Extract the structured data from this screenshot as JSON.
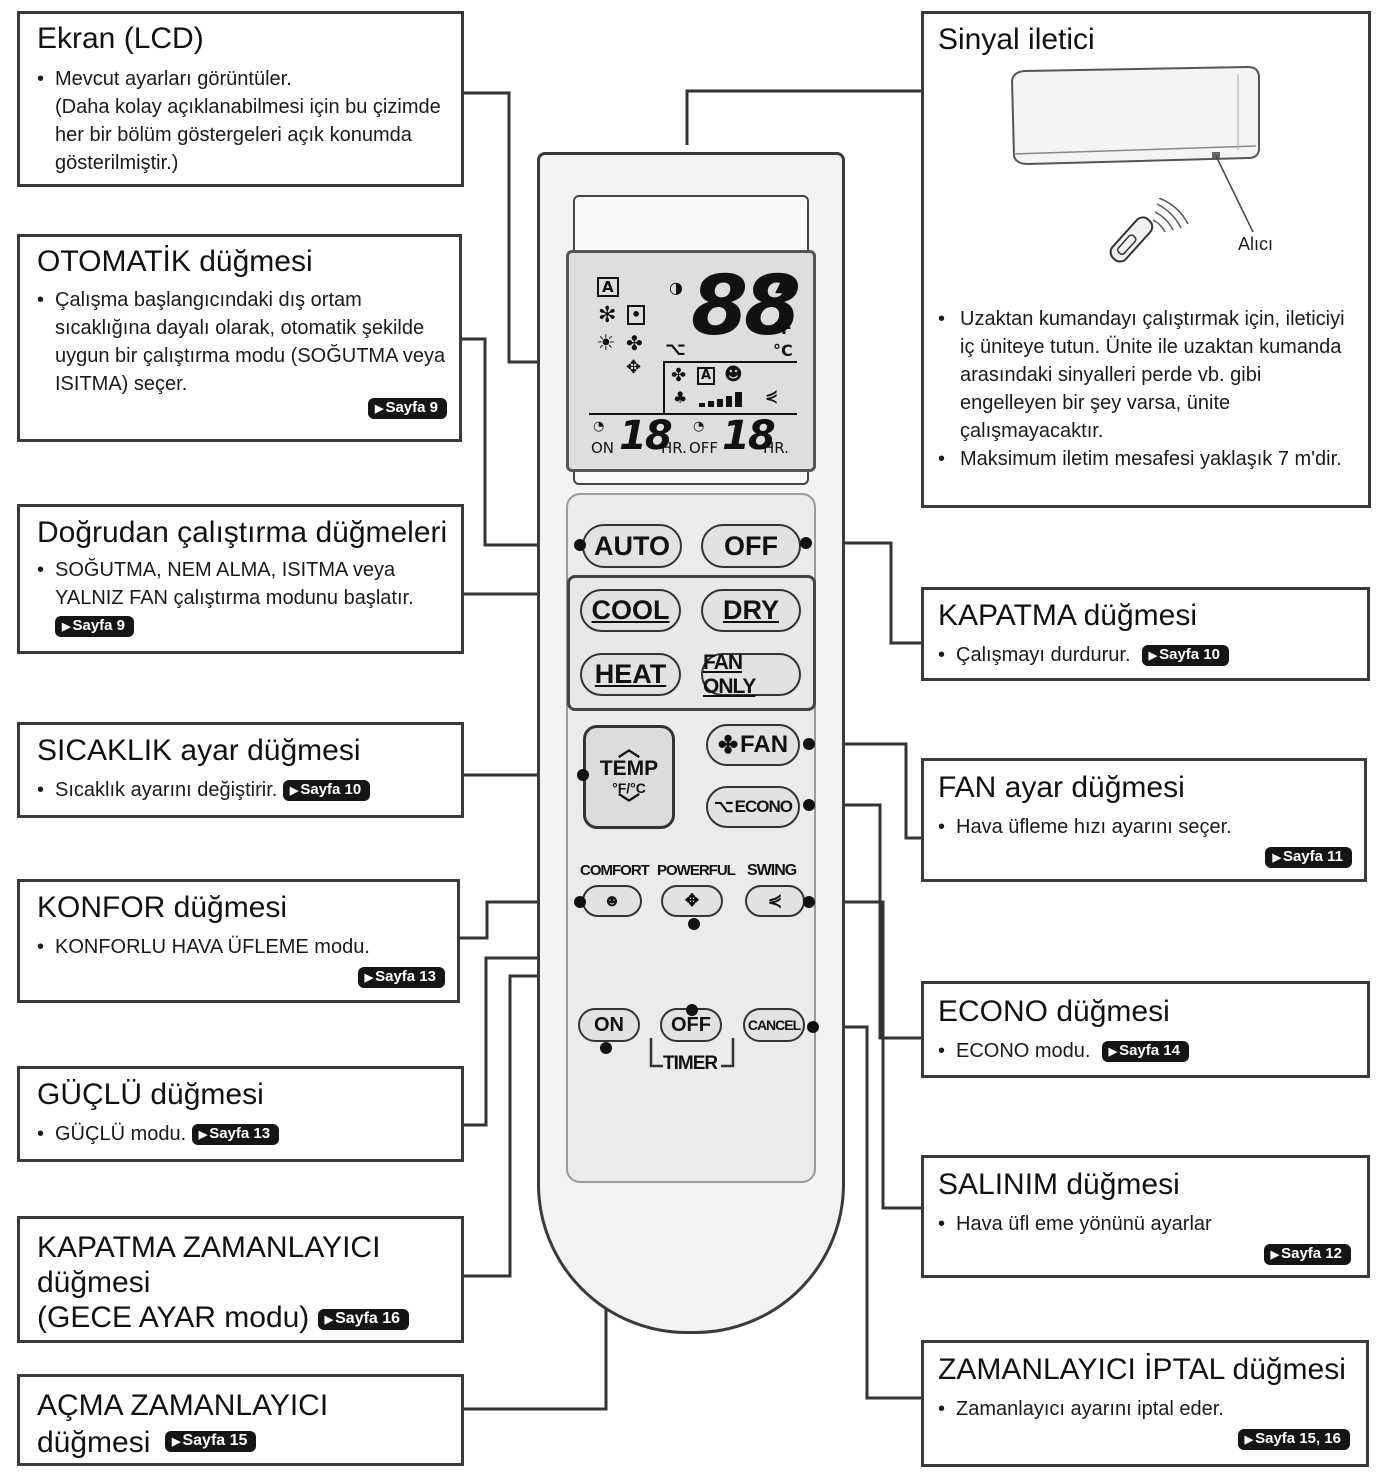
{
  "callouts": {
    "ekran": {
      "title": "Ekran (LCD)",
      "text": "Mevcut ayarları görüntüler.",
      "text2": "(Daha kolay açıklanabilmesi için bu çizimde her bir bölüm göstergeleri açık konumda gösterilmiştir.)"
    },
    "otomatik": {
      "title": "OTOMATİK düğmesi",
      "text": "Çalışma başlangıcındaki dış ortam sıcaklığına dayalı olarak, otomatik şekilde uygun bir çalıştırma modu (SOĞUTMA veya ISITMA) seçer.",
      "ref": "Sayfa 9"
    },
    "dogrudan": {
      "title": "Doğrudan çalıştırma düğmeleri",
      "text": "SOĞUTMA, NEM ALMA, ISITMA veya YALNIZ FAN çalıştırma modunu başlatır.",
      "ref": "Sayfa 9"
    },
    "sicaklik": {
      "title": "SICAKLIK ayar düğmesi",
      "text": "Sıcaklık ayarını değiştirir.",
      "ref": "Sayfa 10"
    },
    "konfor": {
      "title": "KONFOR düğmesi",
      "text": "KONFORLU HAVA ÜFLEME modu.",
      "ref": "Sayfa 13"
    },
    "guclu": {
      "title": "GÜÇLÜ düğmesi",
      "text": "GÜÇLÜ modu.",
      "ref": "Sayfa 13"
    },
    "kapatma_zaman": {
      "title": "KAPATMA ZAMANLAYICI düğmesi",
      "title2": "(GECE AYAR modu)",
      "ref": "Sayfa 16"
    },
    "acma_zaman": {
      "title": "AÇMA ZAMANLAYICI düğmesi",
      "ref": "Sayfa 15"
    },
    "sinyal": {
      "title": "Sinyal iletici",
      "receiver": "Alıcı",
      "text": "Uzaktan kumandayı çalıştırmak için, ileticiyi iç üniteye tutun. Ünite ile uzaktan kumanda arasındaki sinyalleri perde vb. gibi engelleyen bir şey varsa, ünite çalışmayacaktır.",
      "text2": "Maksimum iletim mesafesi yaklaşık 7 m'dir."
    },
    "kapatma": {
      "title": "KAPATMA düğmesi",
      "text": "Çalışmayı durdurur.",
      "ref": "Sayfa 10"
    },
    "fan": {
      "title": "FAN ayar düğmesi",
      "text": "Hava üfleme hızı ayarını seçer.",
      "ref": "Sayfa 11"
    },
    "econo": {
      "title": "ECONO düğmesi",
      "text": "ECONO modu.",
      "ref": "Sayfa 14"
    },
    "salinim": {
      "title": "SALINIM düğmesi",
      "text": "Hava üfl eme yönünü ayarlar",
      "ref": "Sayfa 12"
    },
    "iptal": {
      "title": "ZAMANLAYICI İPTAL düğmesi",
      "text": "Zamanlayıcı ayarını iptal eder.",
      "ref": "Sayfa 15, 16"
    }
  },
  "remote": {
    "buttons": {
      "auto": "AUTO",
      "off": "OFF",
      "cool": "COOL",
      "dry": "DRY",
      "heat": "HEAT",
      "fan_only": "FAN ONLY",
      "temp": "TEMP",
      "temp_unit": "°F/°C",
      "fan": "FAN",
      "econo": "ECONO",
      "comfort": "COMFORT",
      "powerful": "POWERFUL",
      "swing": "SWING",
      "timer_on": "ON",
      "timer_off": "OFF",
      "cancel": "CANCEL",
      "timer": "TIMER"
    },
    "lcd": {
      "temp_digits": "88",
      "unit_f": "°F",
      "unit_c": "°C",
      "on_label": "ON",
      "on_digits": "18",
      "hr1": "HR.",
      "off_label": "OFF",
      "off_digits": "18",
      "hr2": "HR.",
      "auto_indicator": "A"
    }
  },
  "icons": [
    "cool-icon",
    "heat-icon",
    "dry-icon",
    "fan-icon",
    "powerful-icon",
    "comfort-icon",
    "swing-icon",
    "econo-icon",
    "timer-icon",
    "signal-icon"
  ]
}
